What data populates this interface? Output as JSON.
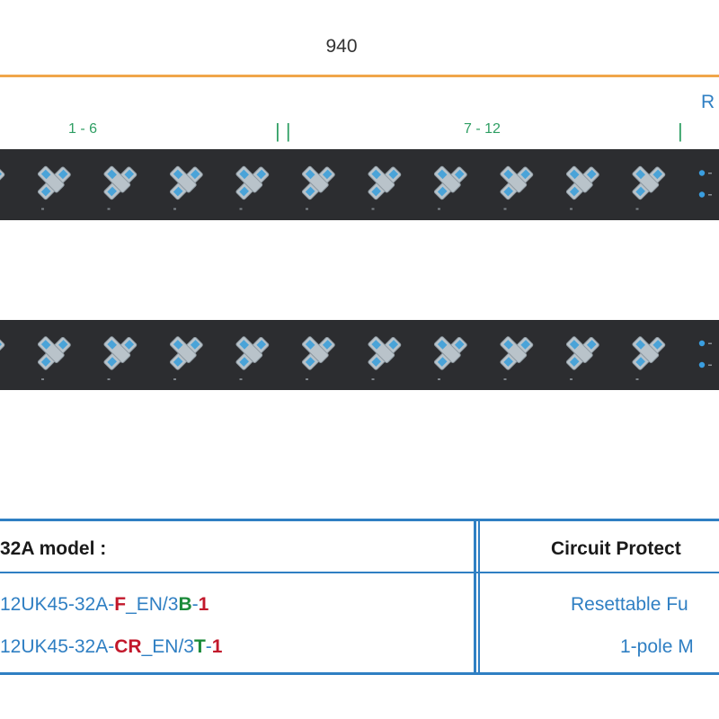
{
  "dimension": {
    "width_label": "940"
  },
  "rack_label": "R",
  "groups": {
    "first": "1 - 6",
    "first_sep": "| |",
    "second": "7 - 12",
    "second_sep": "|"
  },
  "outlets_per_strip": 10,
  "table": {
    "col1_header": "32A model :",
    "col2_header": "Circuit Protect",
    "rows": [
      {
        "parts": [
          "12UK45-32A-",
          "F",
          "_EN/3",
          "B",
          "-",
          "1"
        ],
        "protection": "Resettable Fu"
      },
      {
        "parts": [
          "12UK45-32A-",
          "CR",
          "_EN/3",
          "T",
          "-",
          "1"
        ],
        "protection": "1-pole M"
      }
    ]
  },
  "colors": {
    "accent": "#2f7fc3",
    "dimension_line": "#f0a64a",
    "group_label": "#2e9e63",
    "code_red": "#c2182b",
    "code_green": "#1b8a3a",
    "strip_body": "#2c2d30"
  }
}
